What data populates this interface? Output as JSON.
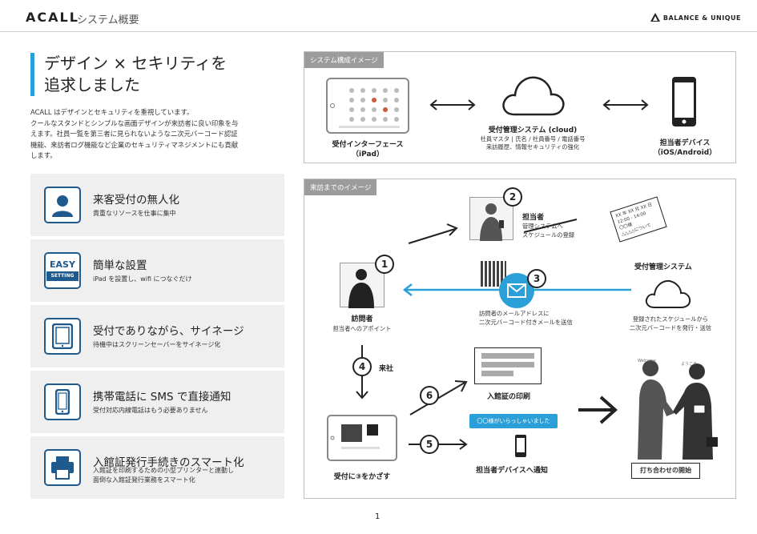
{
  "header": {
    "logo": "ACALL",
    "title": "システム概要",
    "brand": "BALANCE & UNIQUE"
  },
  "hero": {
    "line1": "デザイン × セキリティを",
    "line2": "追求しました"
  },
  "intro": [
    "ACALL はデザインとセキュリティを重視しています。",
    "クールなスタンドとシンプルな画面デザインが来訪者に良い印象を与",
    "えます。社員一覧を第三者に見られないような二次元バーコード認証",
    "機能、来訪者ログ機能など企業のセキュリティマネジメントにも貢献",
    "します。"
  ],
  "features": [
    {
      "title": "来客受付の無人化",
      "desc": [
        "貴重なリソースを仕事に集中"
      ],
      "icon": "person-icon"
    },
    {
      "title": "簡単な設置",
      "desc": [
        "iPad を設置し、wifi につなぐだけ"
      ],
      "icon": "easy-setting-icon",
      "icon_text_1": "EASY",
      "icon_text_2": "SETTING"
    },
    {
      "title": "受付でありながら、サイネージ",
      "desc": [
        "待機中はスクリーンセーバーをサイネージ化"
      ],
      "icon": "tablet-icon"
    },
    {
      "title": "携帯電話に SMS で直接通知",
      "desc": [
        "受付対応内線電話はもう必要ありません"
      ],
      "icon": "smartphone-icon"
    },
    {
      "title": "入館証発行手続きのスマート化",
      "desc": [
        "入館証を印刷するための小型プリンターと連動し",
        "面倒な入館証発行業務をスマート化"
      ],
      "icon": "printer-icon"
    }
  ],
  "system_panel": {
    "tag": "システム構成イメージ",
    "ipad_label_1": "受付インターフェース",
    "ipad_label_2": "（iPad）",
    "cloud_title": "受付管理システム (cloud)",
    "cloud_desc_1": "社員マスタ | 氏名 / 社員番号 / 電話番号",
    "cloud_desc_2": "来訪履歴、情報セキュリティの強化",
    "device_label_1": "担当者デバイス",
    "device_label_2": "（iOS/Android）"
  },
  "flow_panel": {
    "tag": "来訪までのイメージ",
    "staff_title": "担当者",
    "staff_desc_1": "管理システムへ",
    "staff_desc_2": "スケジュールの登録",
    "card_line1": "XX 年 XX 月 XX 日",
    "card_line2": "12:00 - 14:00",
    "card_line3": "〇〇様",
    "card_line4": "△△△△について",
    "system_title": "受付管理システム",
    "system_desc_1": "登録されたスケジュールから",
    "system_desc_2": "二次元バーコードを発行・送信",
    "mail_desc_1": "訪問者のメールアドレスに",
    "mail_desc_2": "二次元バーコード付きメールを送信",
    "visitor_title": "訪問者",
    "visitor_desc": "担当者へのアポイント",
    "arrive": "来社",
    "pass_print": "入館証の印刷",
    "notice_bubble": "〇〇様がいらっしゃいました",
    "device_notify": "担当者デバイスへ通知",
    "hold": "受付に③をかざす",
    "meeting": "打ち合わせの開始",
    "sign_text_1": "Welcome",
    "sign_text_2": "ようこそ",
    "steps": [
      "1",
      "2",
      "3",
      "4",
      "5",
      "6"
    ]
  },
  "page_number": "1",
  "colors": {
    "accent": "#2a9fd8",
    "navy": "#1f5a8f"
  }
}
